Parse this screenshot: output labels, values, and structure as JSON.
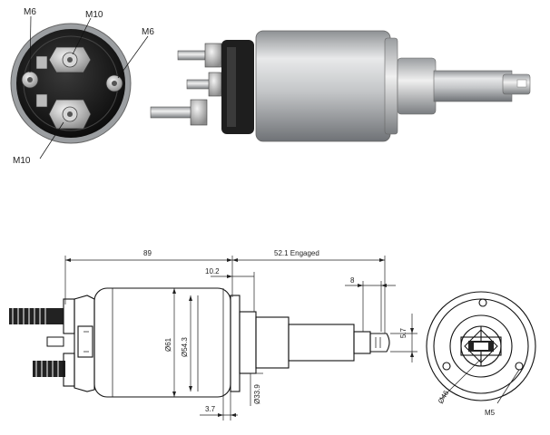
{
  "callouts": {
    "m6_left": "M6",
    "m10_top": "M10",
    "m6_right": "M6",
    "m10_bottom": "M10"
  },
  "dimensions": {
    "overall_length": "89",
    "engaged_travel": "52.1 Engaged",
    "flange_offset": "10.2",
    "plunger_slot": "8",
    "plunger_height": "5.7",
    "body_diameter": "Ø61",
    "inner_diameter": "Ø54.3",
    "neck_diameter": "Ø33.9",
    "step_width": "3.7",
    "mount_circle": "Ø46",
    "mount_thread": "M5"
  },
  "colors": {
    "body_silver": "#c9cbcd",
    "cap_black": "#1e1e1e",
    "line": "#111111"
  }
}
